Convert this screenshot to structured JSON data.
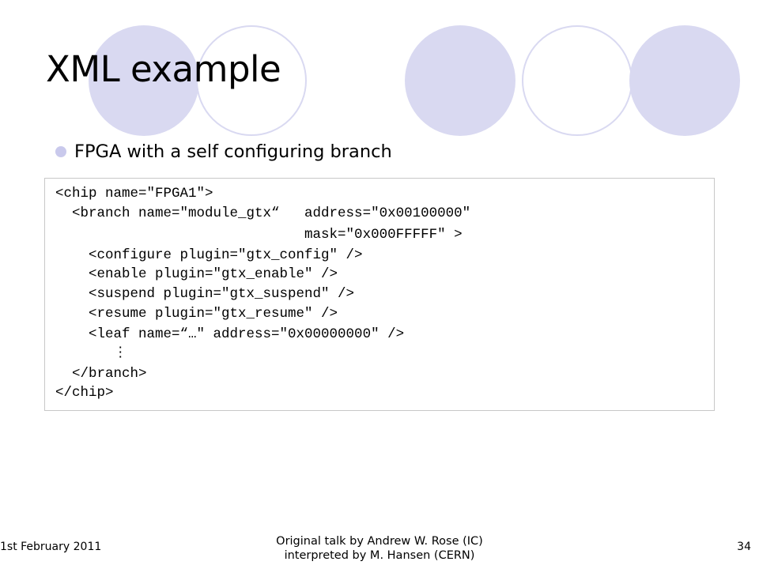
{
  "slide": {
    "title": "XML example",
    "bullet": "FPGA with a self configuring branch",
    "code_lines": [
      "<chip name=\"FPGA1\">",
      "  <branch name=\"module_gtx“   address=\"0x00100000\"",
      "                              mask=\"0x000FFFFF\" >",
      "    <configure plugin=\"gtx_config\" />",
      "    <enable plugin=\"gtx_enable\" />",
      "    <suspend plugin=\"gtx_suspend\" />",
      "    <resume plugin=\"gtx_resume\" />",
      "    <leaf name=“…\" address=\"0x00000000\" />",
      "       ⋮",
      "  </branch>",
      "</chip>"
    ]
  },
  "footer": {
    "date": "1st February 2011",
    "credit_line1": "Original talk by Andrew W. Rose (IC)",
    "credit_line2": "interpreted by M. Hansen (CERN)",
    "page_number": "34"
  },
  "colors": {
    "accent": "#d9d9f1",
    "bullet": "#c9c9ec",
    "code_border": "#c8c8c8"
  }
}
